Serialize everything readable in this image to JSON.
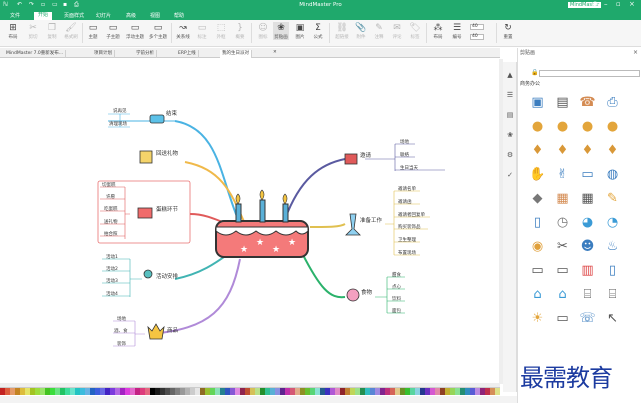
{
  "app": {
    "title": "MindMaster Pro",
    "brand_badge": "MindMaster"
  },
  "colors": {
    "brand": "#1fa96c"
  },
  "menus": [
    "文件",
    "开始",
    "页面样式",
    "幻灯片",
    "高级",
    "视图",
    "帮助"
  ],
  "ribbon": {
    "groups": [
      {
        "label": "布局",
        "icon": "⊞"
      },
      {
        "label": "剪切",
        "icon": "✂"
      },
      {
        "label": "复制",
        "icon": "❐"
      },
      {
        "label": "格式刷",
        "icon": "🖌"
      },
      {
        "label": "主题",
        "icon": "▭"
      },
      {
        "label": "子主题",
        "icon": "▭"
      },
      {
        "label": "浮动主题",
        "icon": "▭"
      },
      {
        "label": "多个主题",
        "icon": "▭"
      },
      {
        "label": "关系线",
        "icon": "↝"
      },
      {
        "label": "标注",
        "icon": "▭"
      },
      {
        "label": "外框",
        "icon": "⬚"
      },
      {
        "label": "概要",
        "icon": "}"
      },
      {
        "label": "图标",
        "icon": "☺"
      },
      {
        "label": "剪贴画",
        "icon": "❀"
      },
      {
        "label": "图片",
        "icon": "▣"
      },
      {
        "label": "公式",
        "icon": "Σ"
      },
      {
        "label": "超链接",
        "icon": "⛓"
      },
      {
        "label": "附件",
        "icon": "📎"
      },
      {
        "label": "注释",
        "icon": "✎"
      },
      {
        "label": "评论",
        "icon": "✉"
      },
      {
        "label": "标签",
        "icon": "🏷"
      },
      {
        "label": "布局",
        "icon": "⁂"
      },
      {
        "label": "编号",
        "icon": "☰"
      },
      {
        "label": "重置",
        "icon": "↻"
      }
    ],
    "font_size_1": "40",
    "font_size_2": "40"
  },
  "doc_tabs": [
    "MindMaster 7.0重新发布...",
    "项目计划",
    "学前分析",
    "ERP上线",
    "我的生日派对"
  ],
  "mindmap": {
    "central": "cake",
    "branches": [
      {
        "title": "结束",
        "children": [
          "说再见",
          "清理现场"
        ]
      },
      {
        "title": "回送礼物",
        "children": []
      },
      {
        "title": "蛋糕环节",
        "children": [
          "切蛋糕",
          "许愿",
          "吃蛋糕",
          "送礼物",
          "拍合照"
        ]
      },
      {
        "title": "活动安排",
        "children": [
          "活动1",
          "活动2",
          "活动3",
          "活动4"
        ]
      },
      {
        "title": "邀请",
        "children": [
          "场地",
          "联络",
          "生日当天"
        ]
      },
      {
        "title": "准备工作",
        "children": [
          "邀请名单",
          "邀请函",
          "邀请者回复单",
          "购买装饰品",
          "卫生整理",
          "布置现场"
        ]
      },
      {
        "title": "食物",
        "children": [
          "甜食",
          "点心",
          "饮料",
          "面包"
        ]
      },
      {
        "title": "商品",
        "children": [
          "场地",
          "酒、食",
          "装饰"
        ]
      }
    ]
  },
  "panel": {
    "title": "剪贴画",
    "category": "商务办公",
    "icons": [
      "person-icon",
      "id-card-icon",
      "telephone-icon",
      "printer-icon",
      "coin-icon",
      "coin-icon",
      "coin-icon",
      "coin-icon",
      "money-bag-icon",
      "money-bag-icon",
      "money-bag-icon",
      "money-bag-icon",
      "thumbs-down-icon",
      "thumbs-up-icon",
      "card-icon",
      "globe-icon",
      "diamond-icon",
      "gift-icon",
      "calendar-icon",
      "pencil-icon",
      "tablet-icon",
      "clock-icon",
      "speech-icon",
      "chat-icon",
      "alarm-icon",
      "scissors-icon",
      "head-icon",
      "cup-icon",
      "monitor-icon",
      "laptop-icon",
      "cash-register-icon",
      "tablet-icon",
      "house-icon",
      "house-icon",
      "bank-icon",
      "bank-icon",
      "sun-icon",
      "monitor-icon",
      "phone-icon",
      "cursor-icon"
    ]
  },
  "watermark": "最需教育"
}
